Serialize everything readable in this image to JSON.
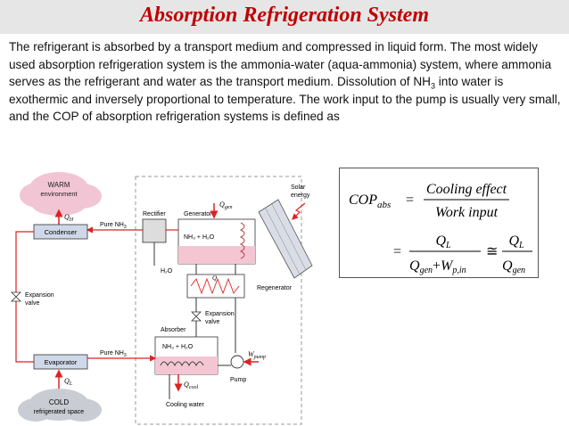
{
  "slide": {
    "title": "Absorption Refrigeration System",
    "paragraph": {
      "part1": "The refrigerant is absorbed by a transport medium and compressed in liquid form. The most widely used absorption refrigeration system is the ammonia-water (aqua-ammonia) system, where ammonia serves as the refrigerant and water as the transport medium. Dissolution of NH",
      "sub": "3",
      "part2": " into water is exothermic and inversely proportional to temperature. The work input to the pump is usually very small, and the COP of absorption refrigeration systems is defined as"
    }
  },
  "diagram": {
    "warm_top": "WARM",
    "warm_bottom": "environment",
    "qh": "Q",
    "qh_sub": "H",
    "condenser": "Condenser",
    "pure_nh3_top": "Pure NH",
    "pure_nh3_top_sub": "3",
    "rectifier": "Rectifier",
    "generator": "Generator",
    "qgen": "Q",
    "qgen_sub": "gen",
    "solar_top": "Solar",
    "solar_bottom": "energy",
    "nh3_h2o_gen": "NH₃ + H₂O",
    "h2o": "H₂O",
    "q_mid": "Q",
    "regenerator": "Regenerator",
    "expansion_left_top": "Expansion",
    "expansion_left_bottom": "valve",
    "expansion_mid_top": "Expansion",
    "expansion_mid_bottom": "valve",
    "absorber": "Absorber",
    "nh3_h2o_abs": "NH₃ + H₂O",
    "evaporator": "Evaporator",
    "pure_nh3_bottom": "Pure NH",
    "pure_nh3_bottom_sub": "3",
    "ql": "Q",
    "ql_sub": "L",
    "qcool": "Q",
    "qcool_sub": "cool",
    "wpump": "W",
    "wpump_sub": "pump",
    "pump": "Pump",
    "cooling_water": "Cooling water",
    "cold_top": "COLD",
    "cold_bottom": "refrigerated space"
  },
  "formula": {
    "cop": "COP",
    "cop_sub": "abs",
    "eq1": "=",
    "numerator": "Cooling effect",
    "denominator": "Work input",
    "eq2": "=",
    "ql": "Q",
    "ql_sub": "L",
    "qgen": "Q",
    "qgen_sub": "gen",
    "plus": "+",
    "w": "W",
    "w_sub": "p,in",
    "approx": "≅",
    "ql2": "Q",
    "ql2_sub": "L",
    "qgen2": "Q",
    "qgen2_sub": "gen"
  }
}
